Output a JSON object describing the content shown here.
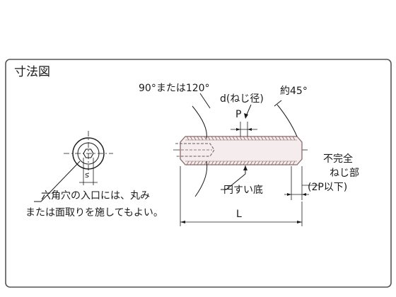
{
  "title": "寸法図",
  "labels": {
    "chamfer_angle": "90°または120°",
    "diameter": "d(ねじ径)",
    "pitch": "P",
    "tip_angle": "約45°",
    "incomplete_thread_line1": "不完全",
    "incomplete_thread_line2": "ねじ部",
    "incomplete_thread_line3": "(2P以下)",
    "cone_bottom": "円すい底",
    "length": "L",
    "socket_size": "s",
    "note_line1": "六角穴の入口には、丸み",
    "note_line2": "または面取りを施してもよい。"
  },
  "colors": {
    "frame": "#555555",
    "line": "#1a1a1a",
    "part_stroke": "#8a6a6a",
    "thread_fill": "#e8d8dc",
    "background": "#ffffff"
  }
}
